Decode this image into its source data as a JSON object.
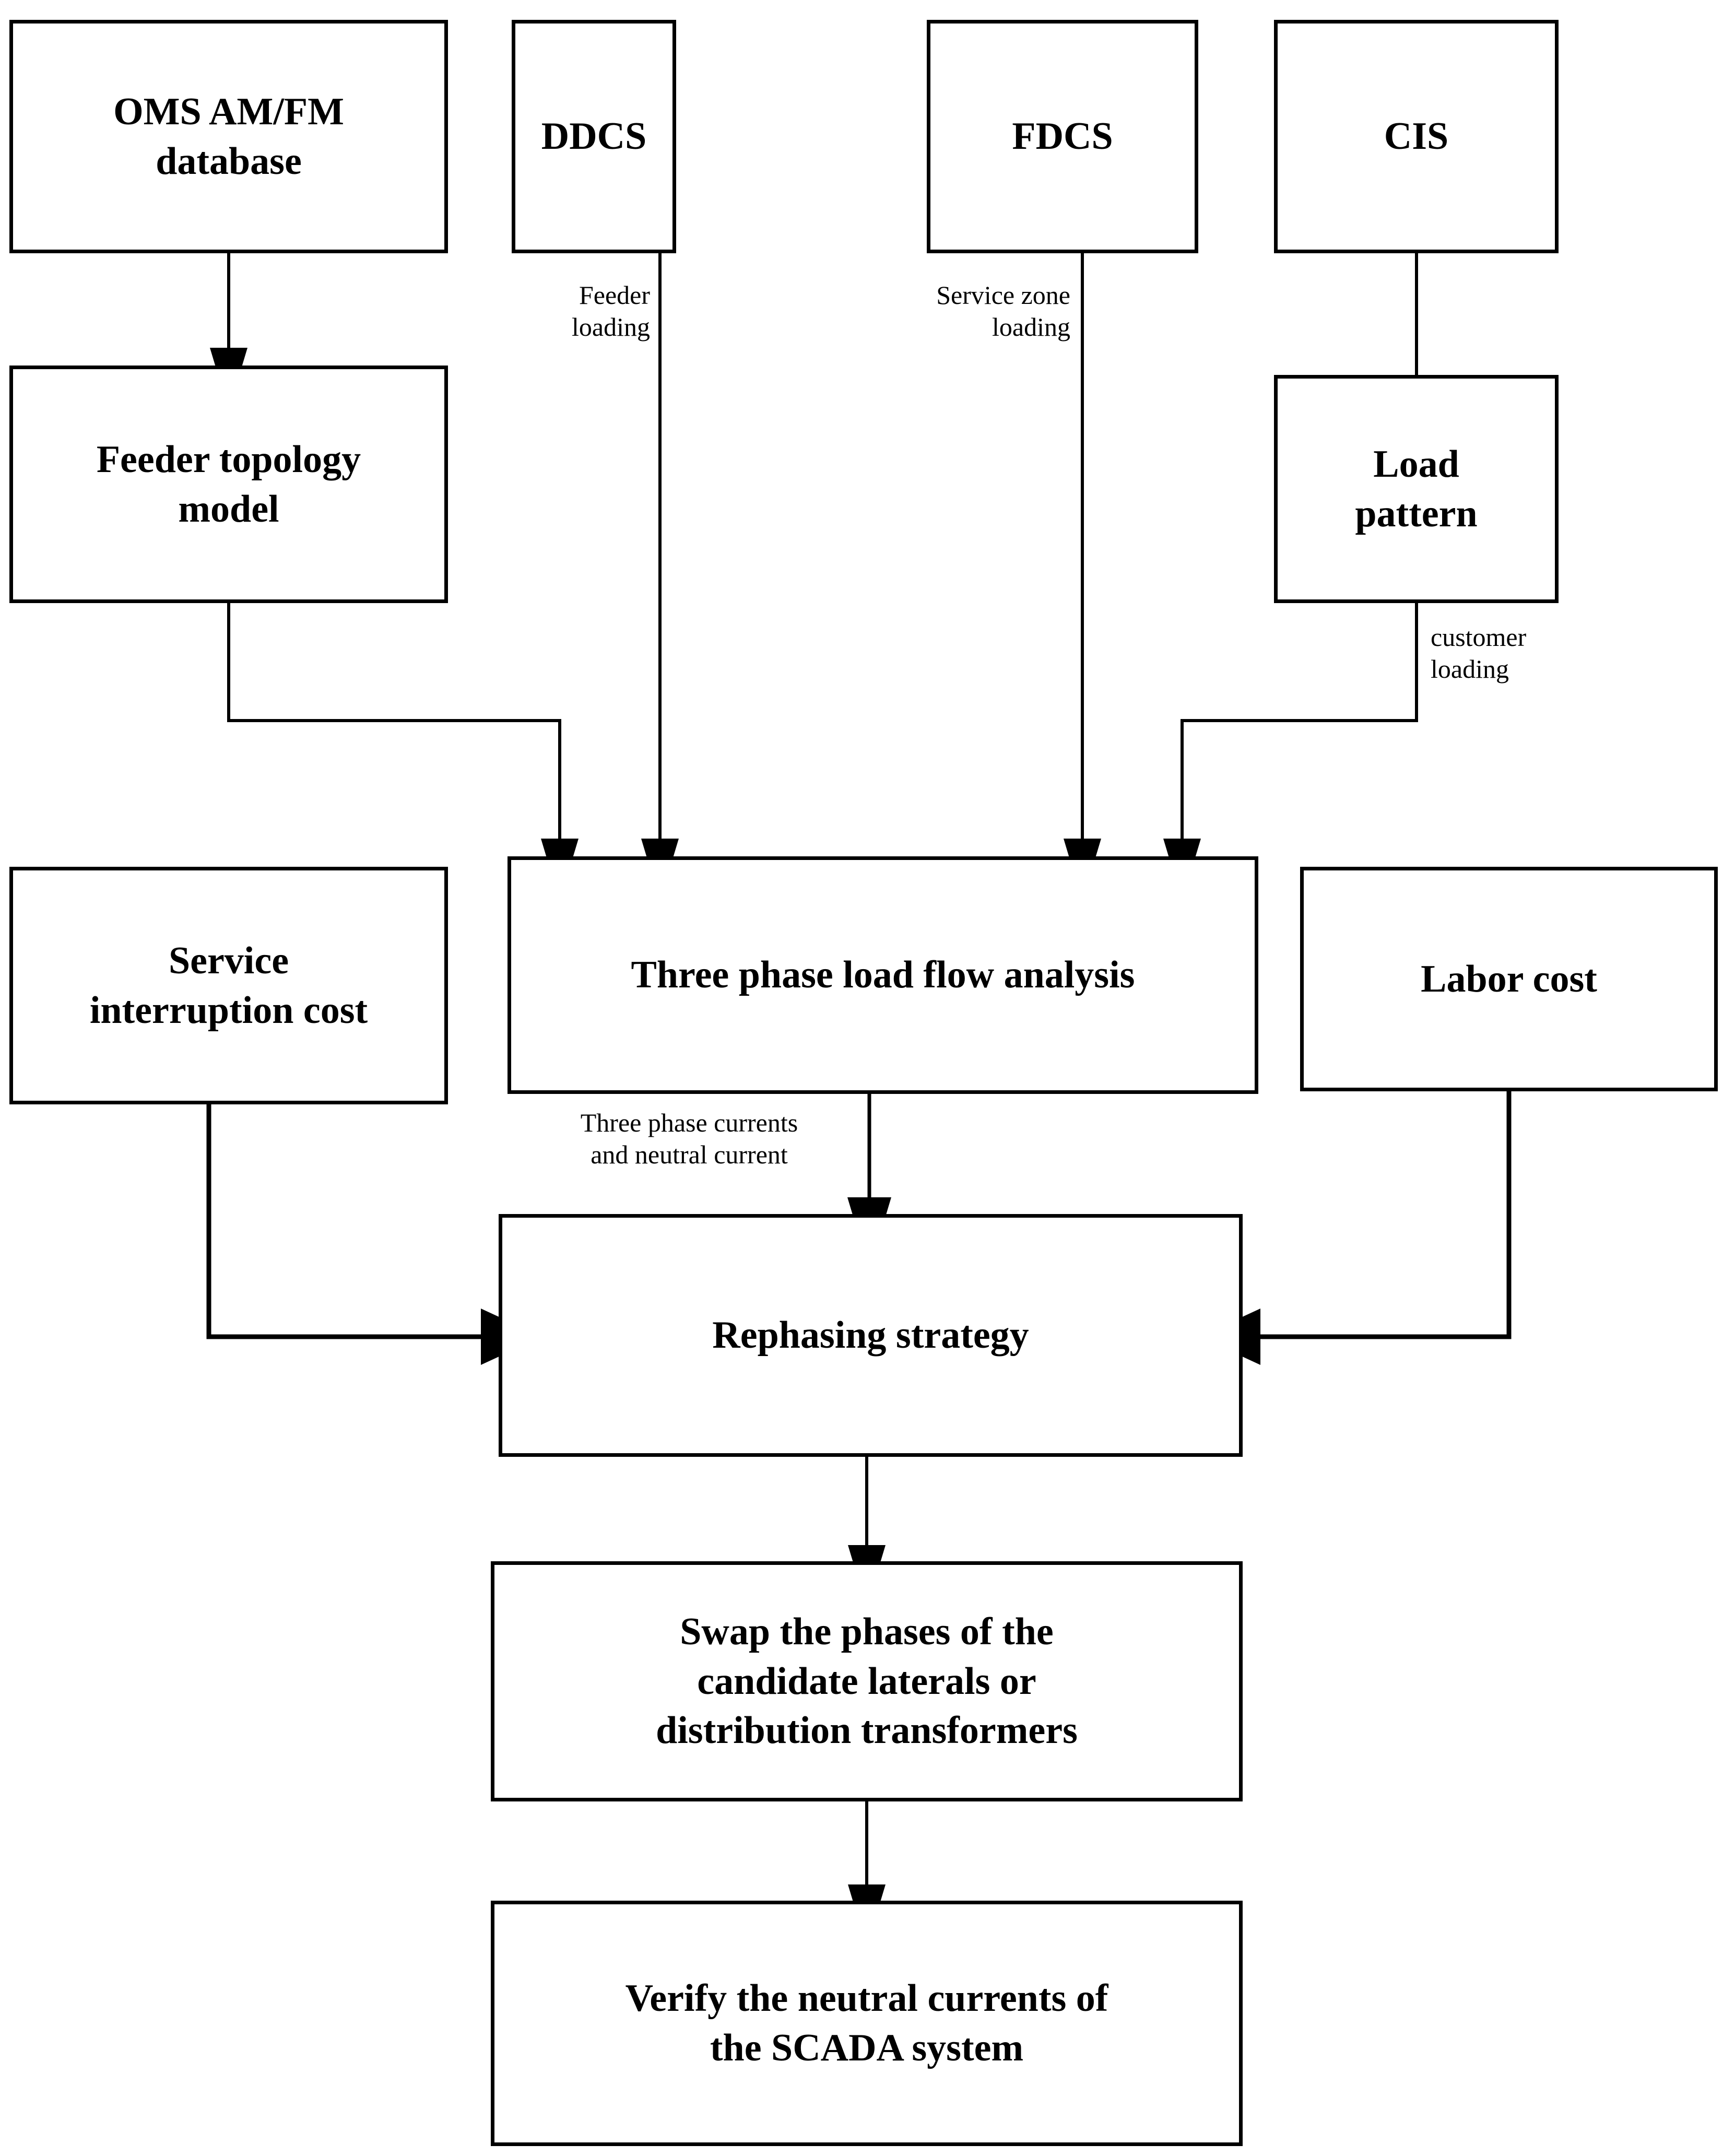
{
  "diagram": {
    "title": "Rephasing strategy flowchart",
    "background_color": "#ffffff",
    "line_color": "#000000",
    "nodes": [
      {
        "id": "oms",
        "label": "OMS AM/FM\ndatabase"
      },
      {
        "id": "ddcs",
        "label": "DDCS"
      },
      {
        "id": "fdcs",
        "label": "FDCS"
      },
      {
        "id": "cis",
        "label": "CIS"
      },
      {
        "id": "feeder",
        "label": "Feeder topology\nmodel"
      },
      {
        "id": "loadpat",
        "label": "Load\npattern"
      },
      {
        "id": "sic",
        "label": "Service\ninterruption cost"
      },
      {
        "id": "tplf",
        "label": "Three phase load flow analysis"
      },
      {
        "id": "labor",
        "label": "Labor cost"
      },
      {
        "id": "rephase",
        "label": "Rephasing strategy"
      },
      {
        "id": "swap",
        "label": "Swap the phases of the\ncandidate laterals or\ndistribution transformers"
      },
      {
        "id": "verify",
        "label": "Verify the neutral currents of\nthe SCADA system"
      }
    ],
    "edge_labels": [
      {
        "id": "feeder-loading",
        "text": "Feeder\nloading"
      },
      {
        "id": "service-zone",
        "text": "Service zone\nloading"
      },
      {
        "id": "customer-loading",
        "text": "customer\nloading"
      },
      {
        "id": "three-phase-cur",
        "text": "Three phase currents\nand neutral current"
      }
    ]
  }
}
